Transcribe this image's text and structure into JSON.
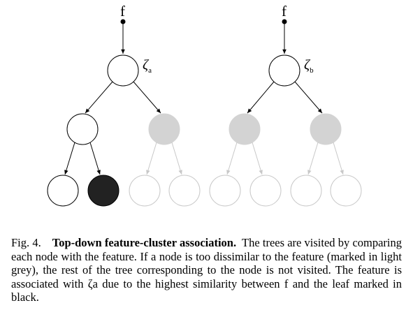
{
  "figure": {
    "trees": [
      {
        "input_label": "f",
        "root_label": "ζ",
        "root_subscript": "a",
        "children": [
          {
            "state": "visited",
            "children": [
              {
                "state": "visited"
              },
              {
                "state": "matched"
              }
            ]
          },
          {
            "state": "dissimilar",
            "children": [
              {
                "state": "not-visited"
              },
              {
                "state": "not-visited"
              }
            ]
          }
        ]
      },
      {
        "input_label": "f",
        "root_label": "ζ",
        "root_subscript": "b",
        "children": [
          {
            "state": "dissimilar",
            "children": [
              {
                "state": "not-visited"
              },
              {
                "state": "not-visited"
              }
            ]
          },
          {
            "state": "dissimilar",
            "children": [
              {
                "state": "not-visited"
              },
              {
                "state": "not-visited"
              }
            ]
          }
        ]
      }
    ],
    "colors": {
      "visited": "#000000",
      "matched_fill": "#222222",
      "dissimilar_fill": "#d3d3d3",
      "not_visited_stroke": "#c8c8c8"
    }
  },
  "caption": {
    "label": "Fig. 4.",
    "title": "Top-down feature-cluster association.",
    "text": "The trees are visited by comparing each node with the feature. If a node is too dissimilar to the feature (marked in light grey), the rest of the tree corresponding to the node is not visited. The feature is associated with ζa due to the highest similarity between f and the leaf marked in black."
  }
}
